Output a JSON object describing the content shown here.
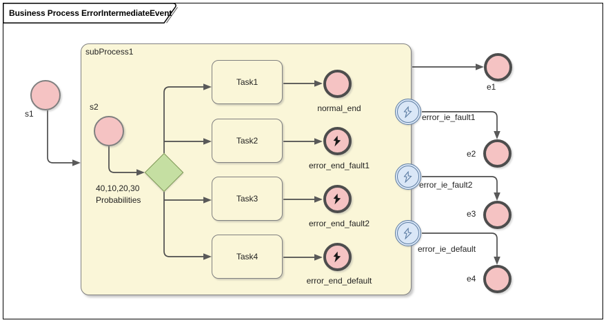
{
  "frame": {
    "title": "Business Process ErrorIntermediateEvent"
  },
  "subprocess": {
    "label": "subProcess1"
  },
  "nodes": {
    "s1": {
      "label": "s1",
      "type": "start-event"
    },
    "s2": {
      "label": "s2",
      "type": "start-event"
    },
    "gateway": {
      "type": "exclusive-gateway",
      "annotation": [
        "40,10,20,30",
        "Probabilities"
      ]
    },
    "tasks": [
      {
        "label": "Task1"
      },
      {
        "label": "Task2"
      },
      {
        "label": "Task3"
      },
      {
        "label": "Task4"
      }
    ],
    "end_events": [
      {
        "label": "normal_end",
        "kind": "normal"
      },
      {
        "label": "error_end_fault1",
        "kind": "error"
      },
      {
        "label": "error_end_fault2",
        "kind": "error"
      },
      {
        "label": "error_end_default",
        "kind": "error"
      }
    ],
    "boundary_events": [
      {
        "label": "error_ie_fault1",
        "kind": "error-intermediate"
      },
      {
        "label": "error_ie_fault2",
        "kind": "error-intermediate"
      },
      {
        "label": "error_ie_default",
        "kind": "error-intermediate"
      }
    ],
    "outer_ends": [
      {
        "label": "e1"
      },
      {
        "label": "e2"
      },
      {
        "label": "e3"
      },
      {
        "label": "e4"
      }
    ]
  },
  "colors": {
    "canvas_bg": "#ffffff",
    "frame_border": "#000000",
    "subprocess_fill": "#faf6d8",
    "node_border": "#7f7f7f",
    "start_fill": "#f5c3c3",
    "end_border": "#4d4d4d",
    "gateway_fill": "#c5dfa2",
    "gateway_border": "#7e9756",
    "intermediate_fill": "#dae7f7",
    "intermediate_border": "#5d7da3",
    "connector": "#4d4d4d",
    "arrowhead": "#595959",
    "label_color": "#1f1f1f"
  }
}
